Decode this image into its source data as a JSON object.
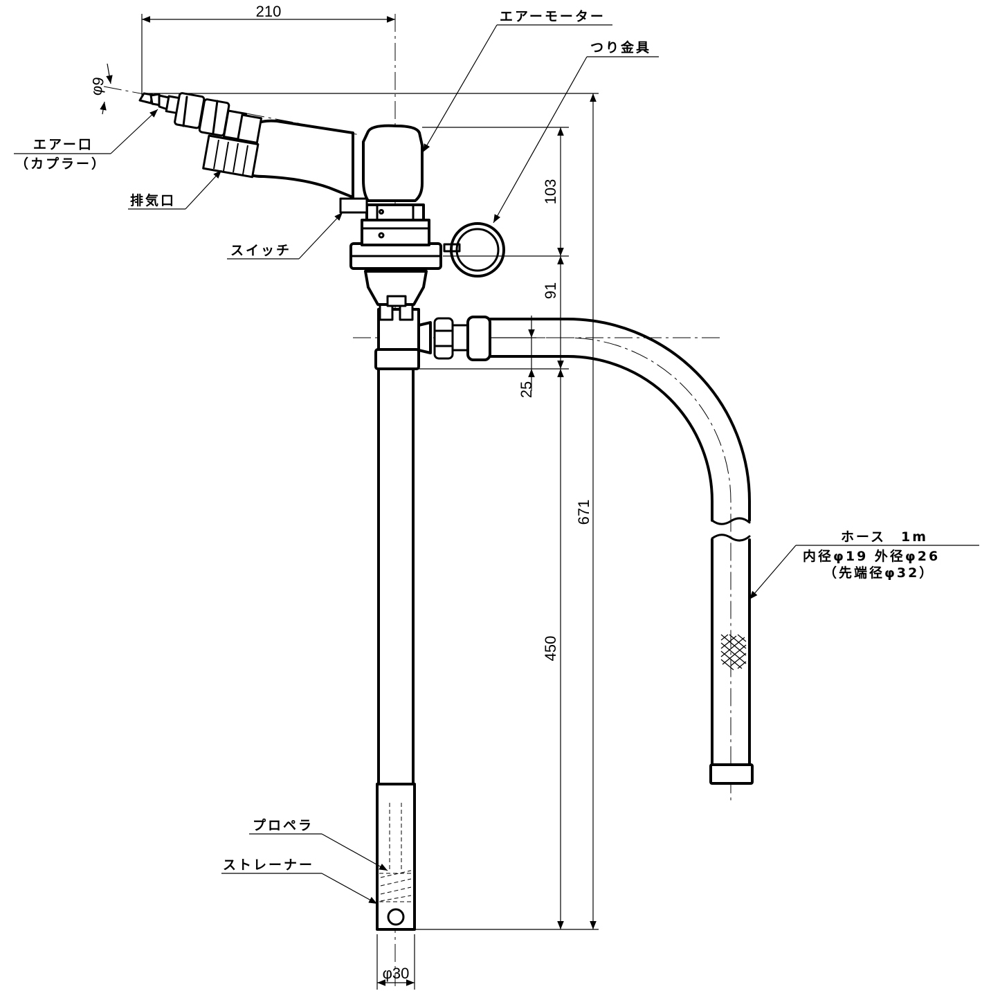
{
  "labels": {
    "air_motor": "エアーモーター",
    "hanger": "つり金具",
    "air_inlet_line1": "エアー口",
    "air_inlet_line2": "（カプラー）",
    "exhaust": "排気口",
    "switch": "スイッチ",
    "hose_line1": "ホース　1m",
    "hose_line2": "内径φ19 外径φ26",
    "hose_line3": "（先端径φ32）",
    "propeller": "プロペラ",
    "strainer": "ストレーナー"
  },
  "dimensions": {
    "width_top": "210",
    "inlet_dia": "φ9",
    "motor_height": "103",
    "mid_height": "91",
    "outlet_offset": "25",
    "total_height": "671",
    "tube_length": "450",
    "tube_dia": "φ30"
  }
}
